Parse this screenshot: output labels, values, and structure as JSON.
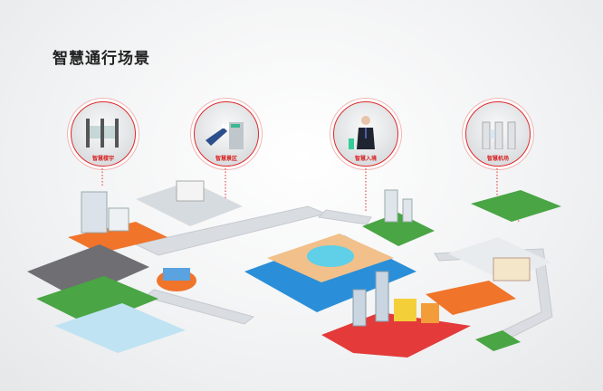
{
  "title": "智慧通行场景",
  "scenes": [
    {
      "label": "智慧楼宇",
      "icon": "turnstile-gate-icon"
    },
    {
      "label": "智慧景区",
      "icon": "card-swipe-gate-icon"
    },
    {
      "label": "智慧入境",
      "icon": "person-face-recognition-icon"
    },
    {
      "label": "智慧机场",
      "icon": "speed-gate-icon"
    }
  ],
  "colors": {
    "accent": "#e02a2a",
    "road": "#d9dde2",
    "orange": "#f0742a",
    "green": "#4aa544",
    "water": "#2a8fd8",
    "red": "#e43a3a"
  }
}
